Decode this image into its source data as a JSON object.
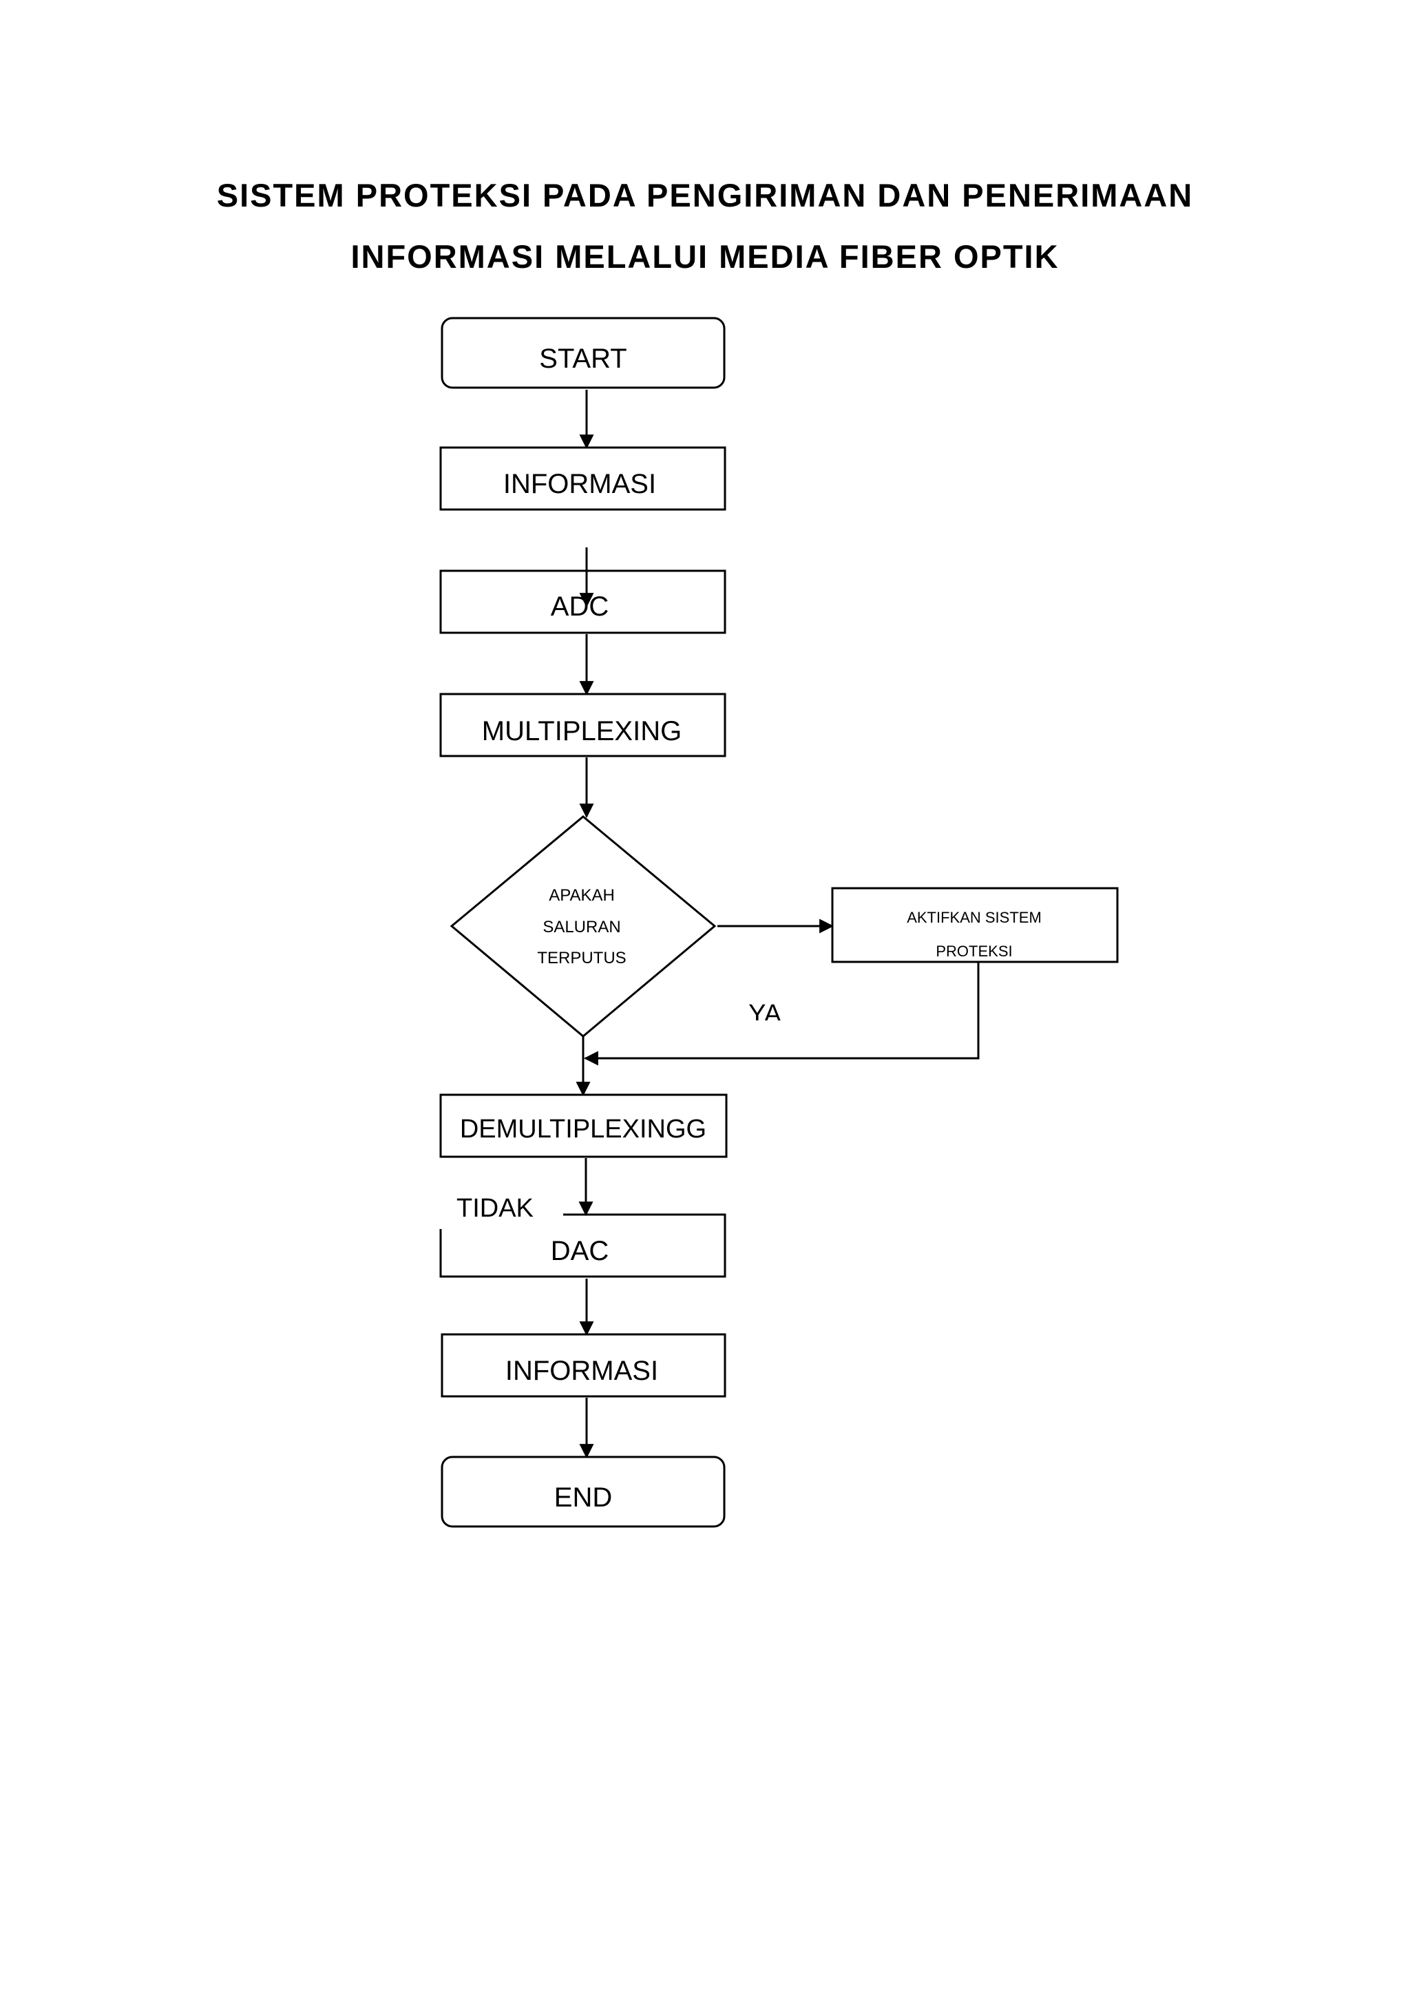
{
  "title": {
    "line1": "SISTEM PROTEKSI PADA PENGIRIMAN DAN PENERIMAAN",
    "line2": "INFORMASI MELALUI MEDIA FIBER OPTIK"
  },
  "nodes": {
    "start": "START",
    "informasi_in": "INFORMASI",
    "adc": "ADC",
    "multiplexing": "MULTIPLEXING",
    "decision": [
      "APAKAH",
      "SALURAN",
      "TERPUTUS"
    ],
    "aktifkan": [
      "AKTIFKAN SISTEM",
      "PROTEKSI"
    ],
    "demultiplexing": "DEMULTIPLEXINGG",
    "dac": "DAC",
    "informasi_out": "INFORMASI",
    "end": "END"
  },
  "edge_labels": {
    "ya": "YA",
    "tidak": "TIDAK"
  }
}
